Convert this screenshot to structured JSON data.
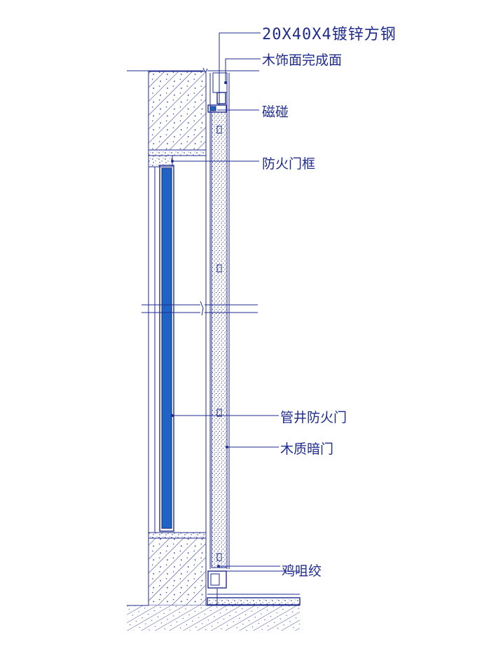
{
  "labels": {
    "steel_tube": "20X40X4镀锌方钢",
    "wood_finish": "木饰面完成面",
    "magnetic_stop": "磁碰",
    "fire_door_frame": "防火门框",
    "shaft_fire_door": "管井防火门",
    "wood_hidden_door": "木质暗门",
    "hinge": "鸡咀绞"
  },
  "colors": {
    "line": "#1f2c8f",
    "door_core": "#1f63c6",
    "background": "#ffffff"
  }
}
